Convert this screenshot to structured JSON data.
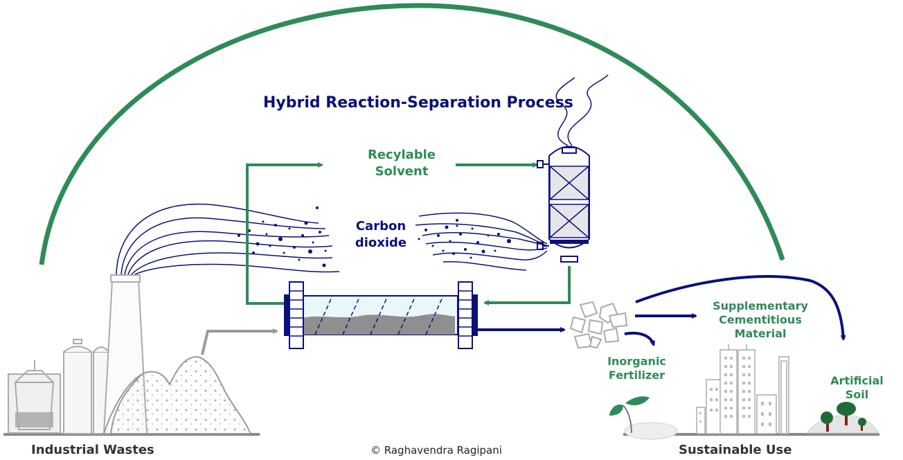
{
  "title": "Hybrid Reaction-Separation Process",
  "labels": {
    "recyclable_solvent_1": "Recylable",
    "recyclable_solvent_2": "Solvent",
    "co2_1": "Carbon",
    "co2_2": "dioxide",
    "scm_1": "Supplementary",
    "scm_2": "Cementitious",
    "scm_3": "Material",
    "fert_1": "Inorganic",
    "fert_2": "Fertilizer",
    "soil_1": "Artificial",
    "soil_2": "Soil",
    "industrial": "Industrial Wastes",
    "sustainable": "Sustainable Use"
  },
  "copyright": "© Raghavendra Ragipani",
  "colors": {
    "navy": "#0a0f7a",
    "green": "#2e8b57",
    "gray": "#9a9a9a",
    "vessel_fill": "#e6e6ea"
  }
}
